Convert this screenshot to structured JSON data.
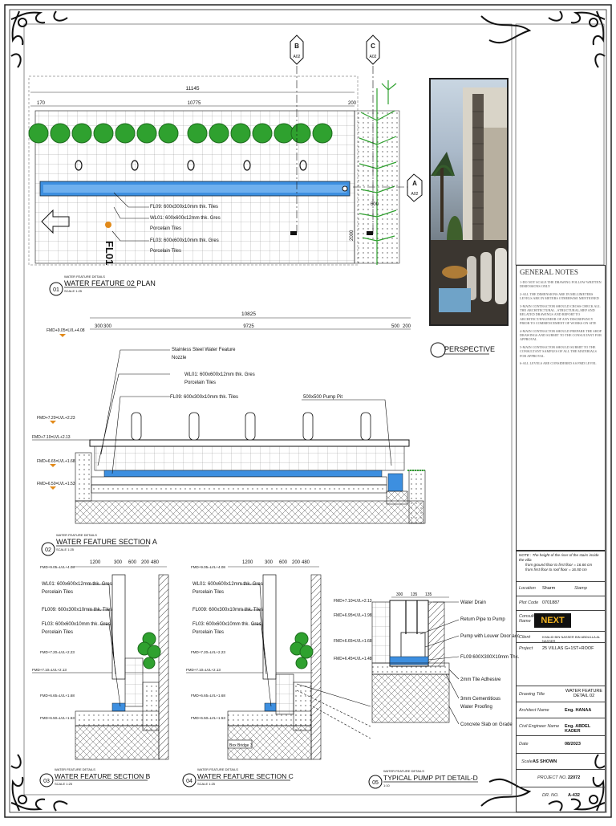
{
  "plan": {
    "number": "01",
    "category": "WATER FEATURE DETAILS",
    "title": "WATER FEATURE 02 PLAN",
    "scale": "SCALE  1:25",
    "dim_total": "11145",
    "dim_left": "170",
    "dim_mid": "10775",
    "dim_right": "200",
    "dim_side_a": "600",
    "dim_side_b": "2000",
    "tag_b": "B",
    "tag_b_sheet": "A02",
    "tag_c": "C",
    "tag_c_sheet": "A02",
    "tag_a": "A",
    "tag_a_sheet": "A02",
    "notes": [
      "FL09: 600x300x10mm thk. Tiles",
      "WL01: 600x600x12mm thk. Gres",
      "Porcelain Tiles",
      "FL03: 600x600x10mm thk. Gres",
      "Porcelain Tiles"
    ]
  },
  "section_a": {
    "number": "02",
    "category": "WATER FEATURE DETAILS",
    "title": "WATER FEATURE SECTION A",
    "scale": "SCALE  1:25",
    "dim_total": "10825",
    "dim_a": "300",
    "dim_b": "300",
    "dim_mid": "9725",
    "dim_c": "500",
    "dim_d": "200",
    "levels": [
      "FMD+9.05=LVL+4.08",
      "FMD+7.20=LVL+2.23",
      "FMD+7.10=LVL+2.13",
      "FMD+6.65=LVL+1.68",
      "FMD+6.50=LVL+1.53"
    ],
    "notes": [
      "Stainless Steel Water Feature",
      "Nozzle",
      "WL01: 600x600x12mm thk. Gres",
      "Porcelain Tiles",
      "FL09: 600x300x10mm thk. Tiles",
      "500x500 Pump Pit"
    ]
  },
  "perspective_title": "PERSPECTIVE",
  "section_b": {
    "number": "03",
    "category": "WATER FEATURE DETAILS",
    "title": "WATER FEATURE SECTION B",
    "scale": "SCALE  1:25",
    "dims": [
      "1200",
      "300",
      "600",
      "200",
      "480"
    ],
    "levels": [
      "FMD+9.05=LVL+4.08",
      "FMD+7.20=LVL+2.23",
      "FMD+7.10=LVL+2.13",
      "FMD+6.65=LVL+1.68",
      "FMD+6.50=LVL+1.53"
    ],
    "notes": [
      "WL01: 600x600x12mm thk. Gres",
      "Porcelain Tiles",
      "FL009: 600x300x10mm thk. Tiles",
      "FL03: 600x600x10mm thk. Gres",
      "Porcelain Tiles"
    ]
  },
  "section_c": {
    "number": "04",
    "category": "WATER FEATURE DETAILS",
    "title": "WATER FEATURE SECTION C",
    "scale": "SCALE  1:25",
    "dims": [
      "1200",
      "300",
      "600",
      "200",
      "480"
    ],
    "levels": [
      "FMD+9.05=LVL+4.08",
      "FMD+7.20=LVL+2.23",
      "FMD+7.10=LVL+2.13",
      "FMD+6.65=LVL+1.68",
      "FMD+6.50=LVL+1.53"
    ],
    "notes": [
      "WL01: 600x600x12mm thk. Gres",
      "Porcelain Tiles",
      "FL009: 600x300x10mm thk. Tiles",
      "FL03: 600x600x10mm thk. Gres",
      "Porcelain Tiles"
    ],
    "tag": "Box Bridge 3"
  },
  "pump_pit": {
    "number": "05",
    "category": "WATER FEATURE DETAILS",
    "title": "TYPICAL PUMP PIT DETAIL-D",
    "scale": "1:10",
    "dims": [
      "300",
      "135",
      "135"
    ],
    "levels": [
      "FMD+7.10=LVL+2.13",
      "FMD+6.95=LVL+1.98",
      "FMD+6.65=LVL+1.68",
      "FMD+6.45=LVL+1.48"
    ],
    "labels": [
      "Water Drain",
      "Return Pipe to Pump",
      "Pump with Louver Door acc",
      "FL09:600X300X10mm Thk.",
      "2mm Tile Adhesive",
      "3mm Cementitious",
      "Water Proofing",
      "Concrete Slab on Grade"
    ]
  },
  "general_notes": {
    "title": "GENERAL NOTES",
    "items": [
      "1-DO NOT SCALE THE DRAWING FOLLOW WRITTEN DIMENSIONS ONLY",
      "2-ALL THE DIMENSIONS ARE IN MILLIMETERS LEVELS ARE IN METERS OTHERWISE MENTIONED",
      "3-MAIN CONTRACTOR SHOULD CROSS CHECK ALL THE ARCHITECTURAL , STRUCTURAL,MEP AND RELATED DRAWINGS AND REPORT TO ARCHITECT/ENGINEER OF ANY DISCREPANCY PRIOR TO COMMENCEMENT OF WORKS ON SITE",
      "4-MAIN CONTRACTOR SHOULD PREPARE THE SHOP DRAWINGS AND SUBMIT TO THE  CONSULTANT FOR APPROVAL",
      "5-MAIN CONTRACTOR SHOULD SUBMIT TO THE CONSULTANT SAMPLES OF ALL  THE MATERIALS FOR APPROVAL",
      "6-ALL LEVELS ARE CONSIDERED AS FMD LEVEL"
    ],
    "note_title": "NOTE : The height of the riser of the stairs inside the villa",
    "note_lines": [
      "from ground floor to first floor = 16.66 cm",
      "from first floor to roof floor = 16.50 cm"
    ]
  },
  "title_block": {
    "location_label": "Location",
    "location": "Sharm",
    "stamp_label": "Stamp",
    "plot_label": "Plot Code",
    "plot": "0701887",
    "consultant_label": "Consultant Name",
    "logo_text": "NEXT",
    "client_label": "Client",
    "client": "KHALID BIN NASSER BIN ABDULLA AL NASSER",
    "project_label": "Project",
    "project": "25 VILLAS G+1ST+ROOF",
    "drawing_title_label": "Drawing Title",
    "drawing_title": "WATER FEATURE DETAIL 02",
    "architect_label": "Architect Name",
    "architect": "Eng. HANAA",
    "civil_label": "Civil Engineer Name",
    "civil": "Eng. ABDEL KADER",
    "date_label": "Date",
    "date": "08/2023",
    "scale_label": "Scale",
    "scale": "AS SHOWN",
    "project_no_label": "PROJECT NO.",
    "project_no": "22072",
    "drw_no_label": "DR. NO.",
    "drw_no": "A-432"
  },
  "colors": {
    "water": "#3d8fe0",
    "plant": "#2fa12f",
    "plant_dark": "#1d6b1d",
    "accent_orange": "#e28a1a"
  }
}
